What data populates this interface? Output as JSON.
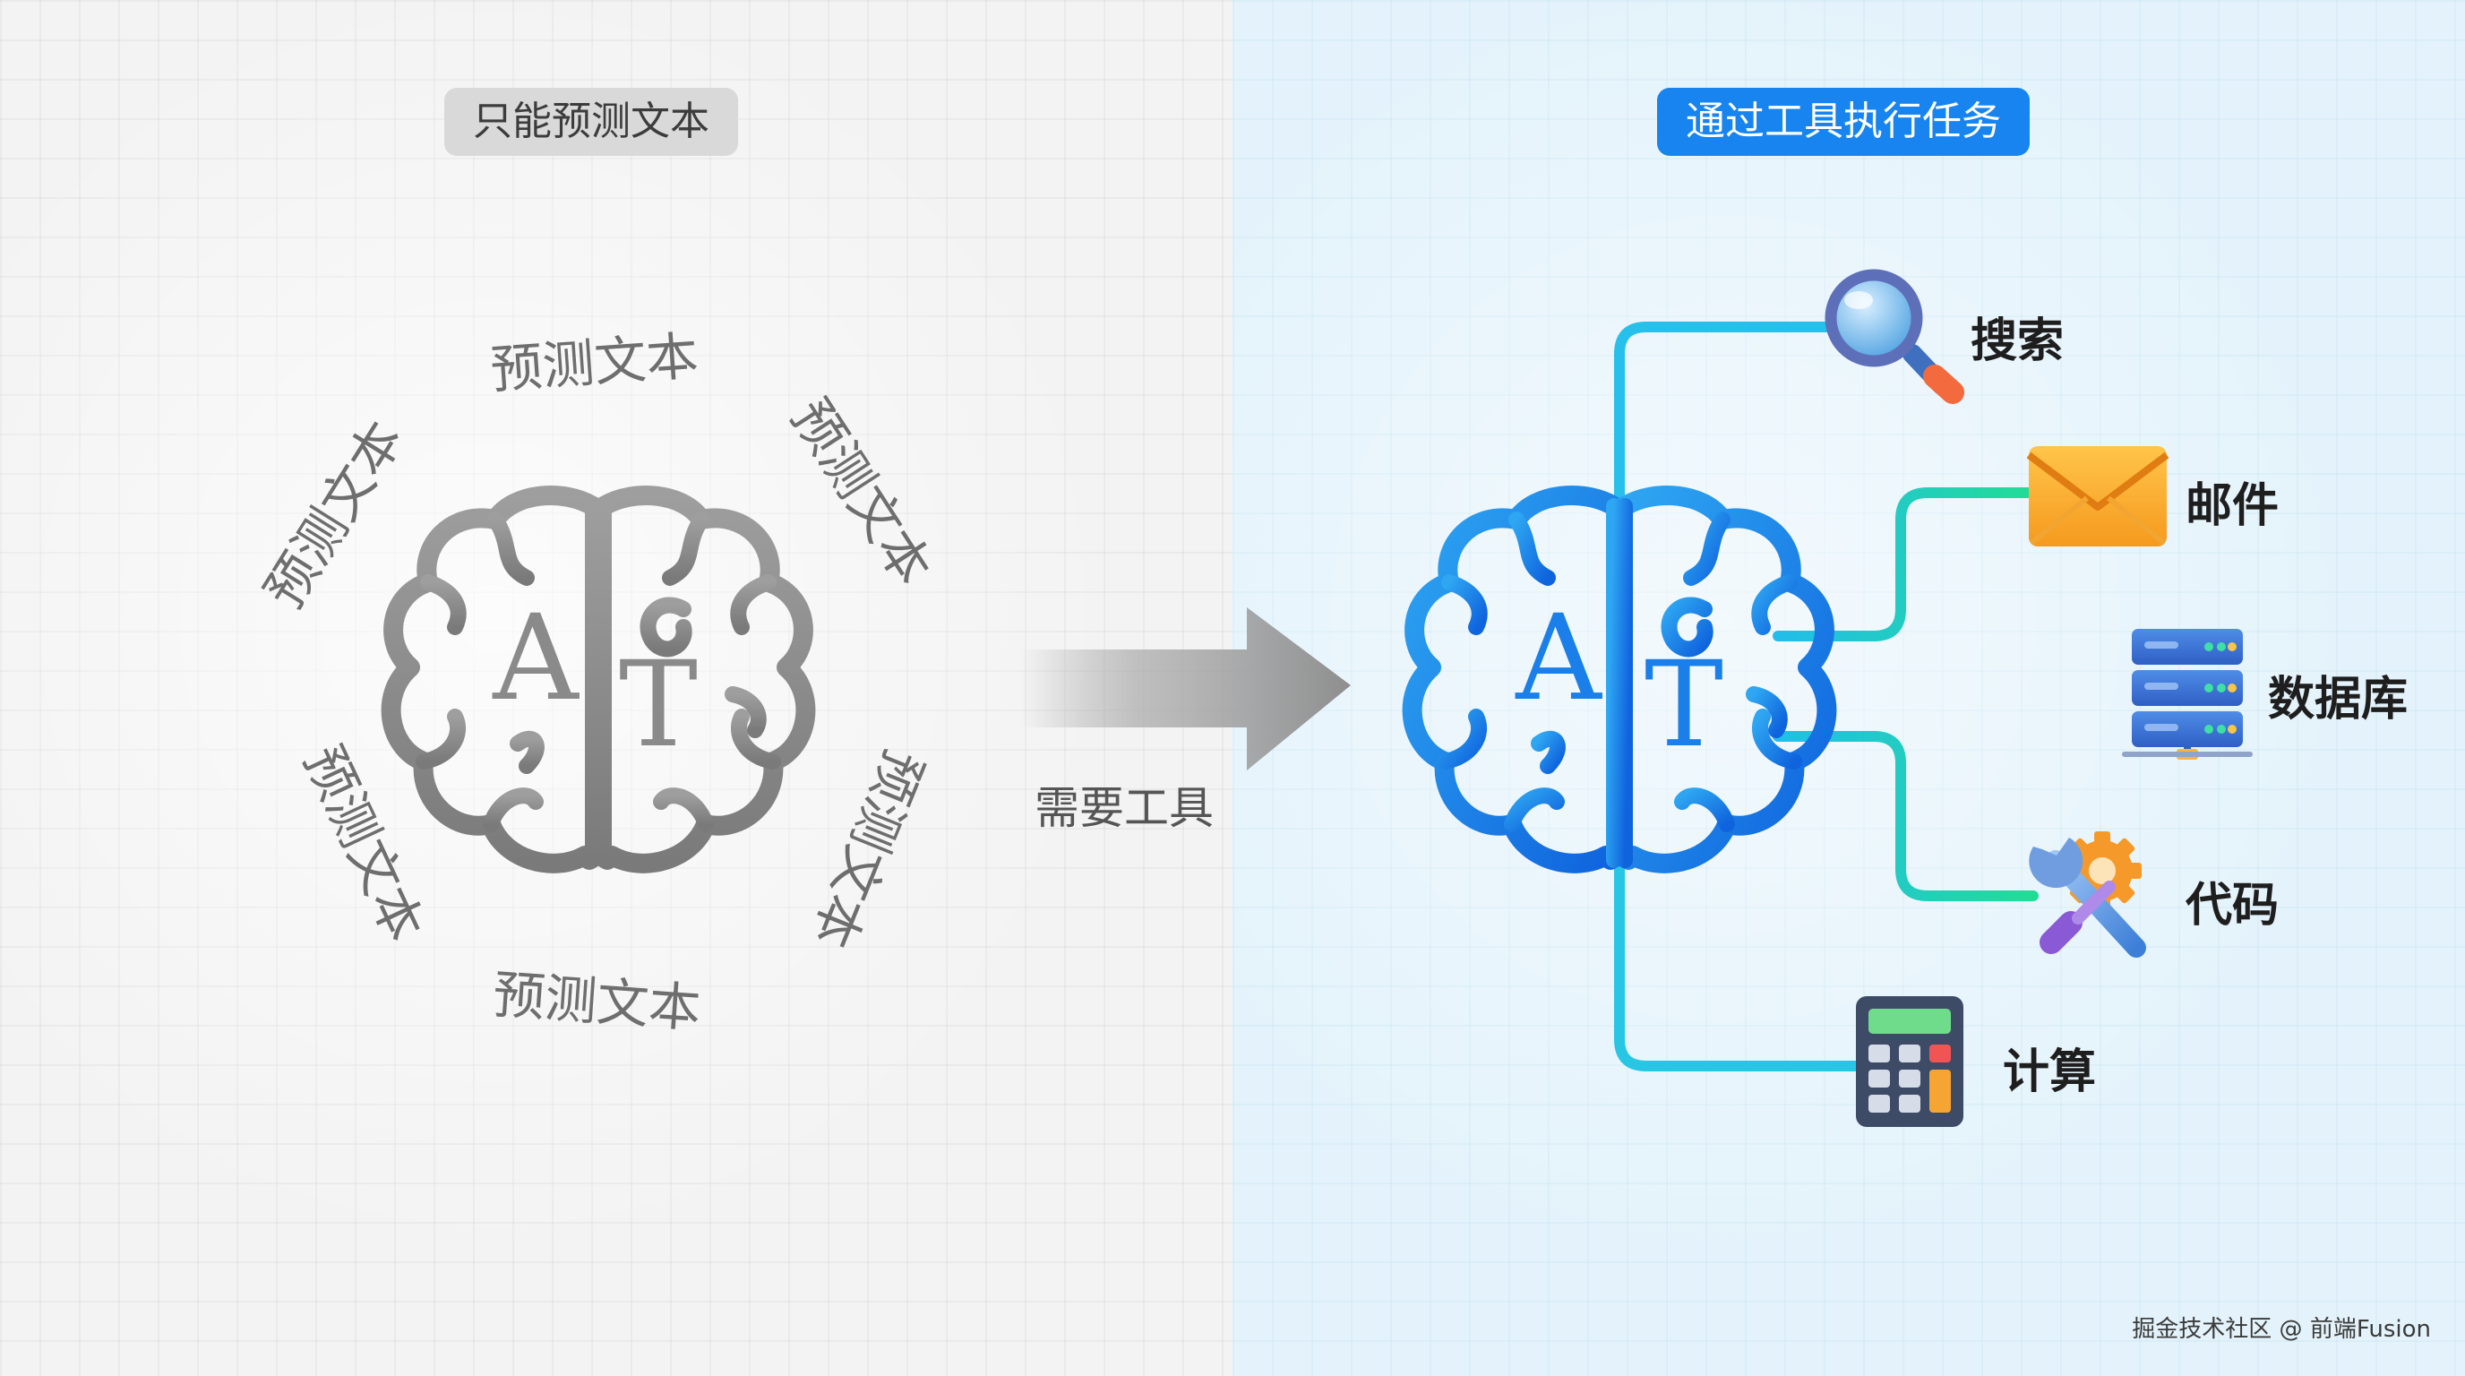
{
  "left_panel": {
    "badge": "只能预测文本",
    "ring_label": "预测文本",
    "brain_letters": [
      "A",
      "T"
    ]
  },
  "arrow_label": "需要工具",
  "right_panel": {
    "badge": "通过工具执行任务",
    "brain_letters": [
      "A",
      "T"
    ],
    "tools": [
      {
        "label": "搜索",
        "icon": "magnifier-icon"
      },
      {
        "label": "邮件",
        "icon": "envelope-icon"
      },
      {
        "label": "数据库",
        "icon": "database-server-icon"
      },
      {
        "label": "代码",
        "icon": "wrench-gear-icon"
      },
      {
        "label": "计算",
        "icon": "calculator-icon"
      }
    ]
  },
  "watermark": "掘金技术社区 @ 前端Fusion",
  "colors": {
    "left_badge_bg": "#d9d9d9",
    "right_badge_bg": "#1784f0",
    "brain_gray": "#8c8c8c",
    "brain_blue": "#1a7fe8",
    "connector_cyan": "#27c4e8",
    "connector_green": "#22d79a",
    "arrow_gray": "#9b9b9b"
  }
}
